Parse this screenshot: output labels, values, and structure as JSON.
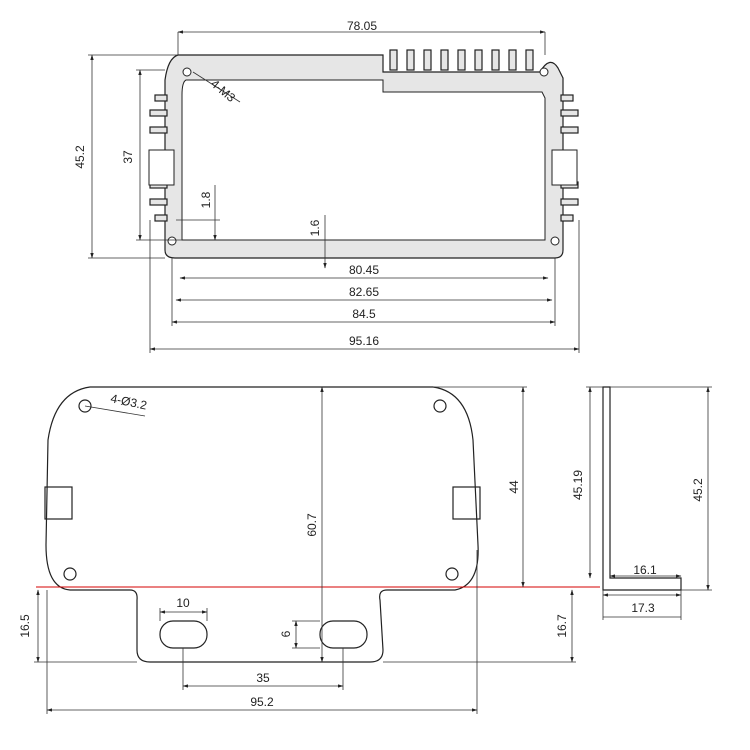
{
  "colors": {
    "line": "#222222",
    "body_fill": "#e6e6e6",
    "reference_line": "#d40000"
  },
  "front_view": {
    "top_width": "78.05",
    "height_outer": "45.2",
    "height_inner": "37",
    "wall_side": "1.8",
    "wall_bottom": "1.6",
    "screw": "4-M3",
    "width_inner": "80.45",
    "width_slot": "82.65",
    "width_body": "84.5",
    "width_total": "95.16"
  },
  "end_plate": {
    "holes": "4-Ø3.2",
    "height_total": "60.7",
    "height_body": "44",
    "tab_height": "16.5",
    "slot_width": "10",
    "slot_height": "6",
    "slot_spacing": "35",
    "width_total": "95.2"
  },
  "side_view": {
    "height_inner": "45.19",
    "height_outer": "45.2",
    "flange_inner": "16.1",
    "flange_outer": "17.3",
    "flange_drop": "16.7"
  }
}
